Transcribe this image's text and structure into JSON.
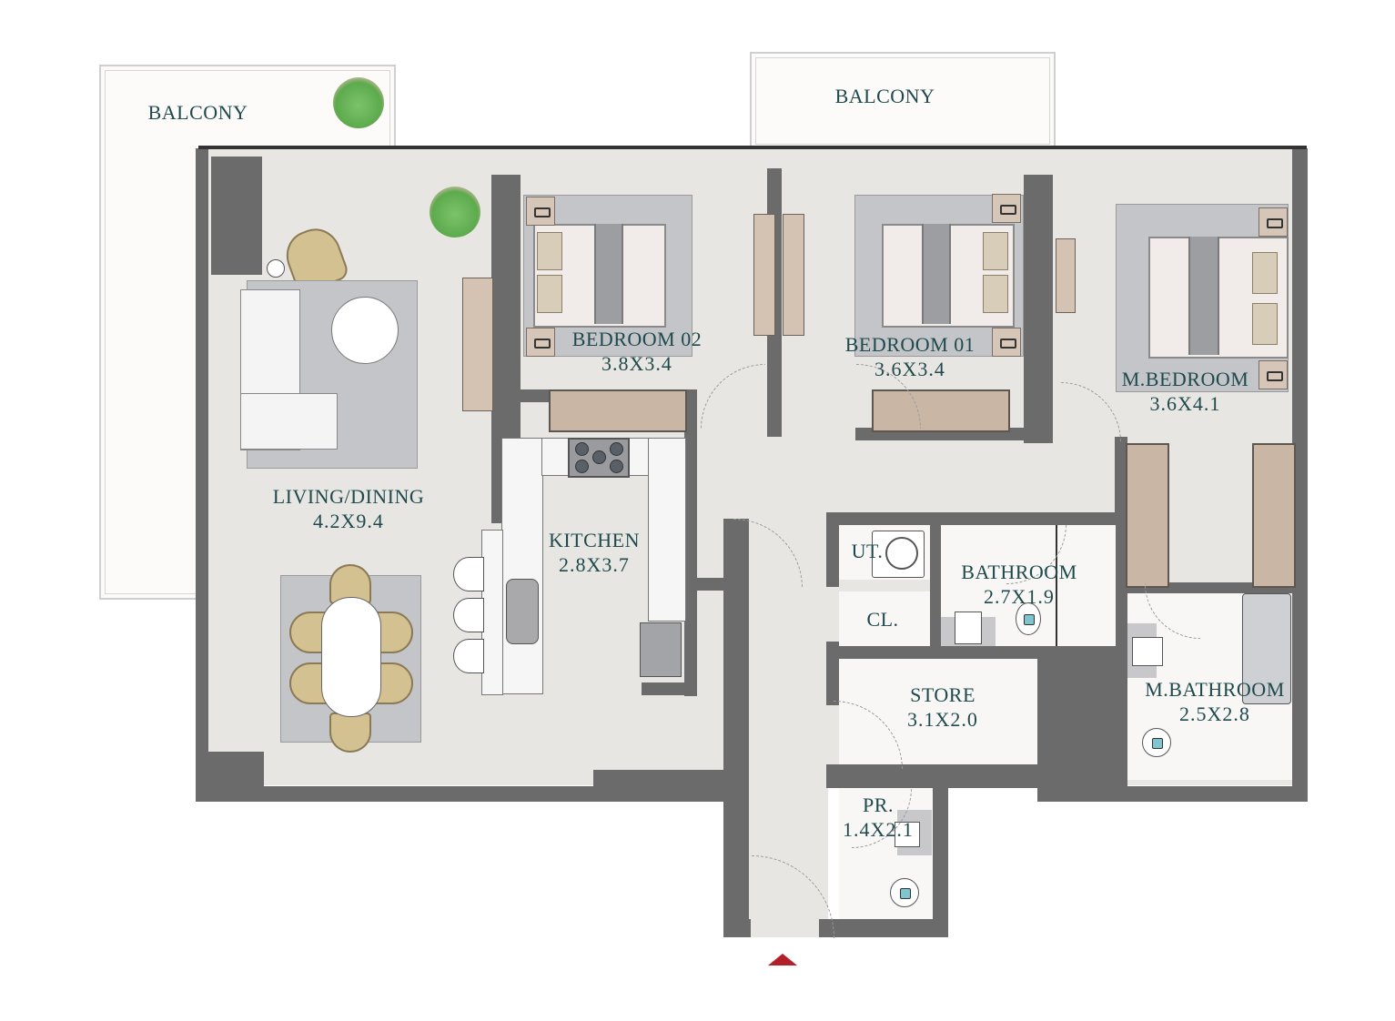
{
  "plan": {
    "rooms": {
      "balcony_left": {
        "name": "BALCONY",
        "dims": ""
      },
      "balcony_top": {
        "name": "BALCONY",
        "dims": ""
      },
      "living_dining": {
        "name": "LIVING/DINING",
        "dims": "4.2X9.4"
      },
      "bedroom_02": {
        "name": "BEDROOM 02",
        "dims": "3.8X3.4"
      },
      "bedroom_01": {
        "name": "BEDROOM 01",
        "dims": "3.6X3.4"
      },
      "master_bedroom": {
        "name": "M.BEDROOM",
        "dims": "3.6X4.1"
      },
      "kitchen": {
        "name": "KITCHEN",
        "dims": "2.8X3.7"
      },
      "utility": {
        "name": "UT.",
        "dims": ""
      },
      "closet": {
        "name": "CL.",
        "dims": ""
      },
      "bathroom": {
        "name": "BATHROOM",
        "dims": "2.7X1.9"
      },
      "store": {
        "name": "STORE",
        "dims": "3.1X2.0"
      },
      "master_bathroom": {
        "name": "M.BATHROOM",
        "dims": "2.5X2.8"
      },
      "powder_room": {
        "name": "PR.",
        "dims": "1.4X2.1"
      }
    },
    "colors": {
      "wall": "#6b6b6b",
      "floor": "#e8e6e3",
      "label": "#1f4a4d",
      "entrance_marker": "#b3202a",
      "plant": "#5daa4d",
      "wood": "#c9b6a5"
    },
    "entrance_marker_icon": "triangle-up"
  }
}
